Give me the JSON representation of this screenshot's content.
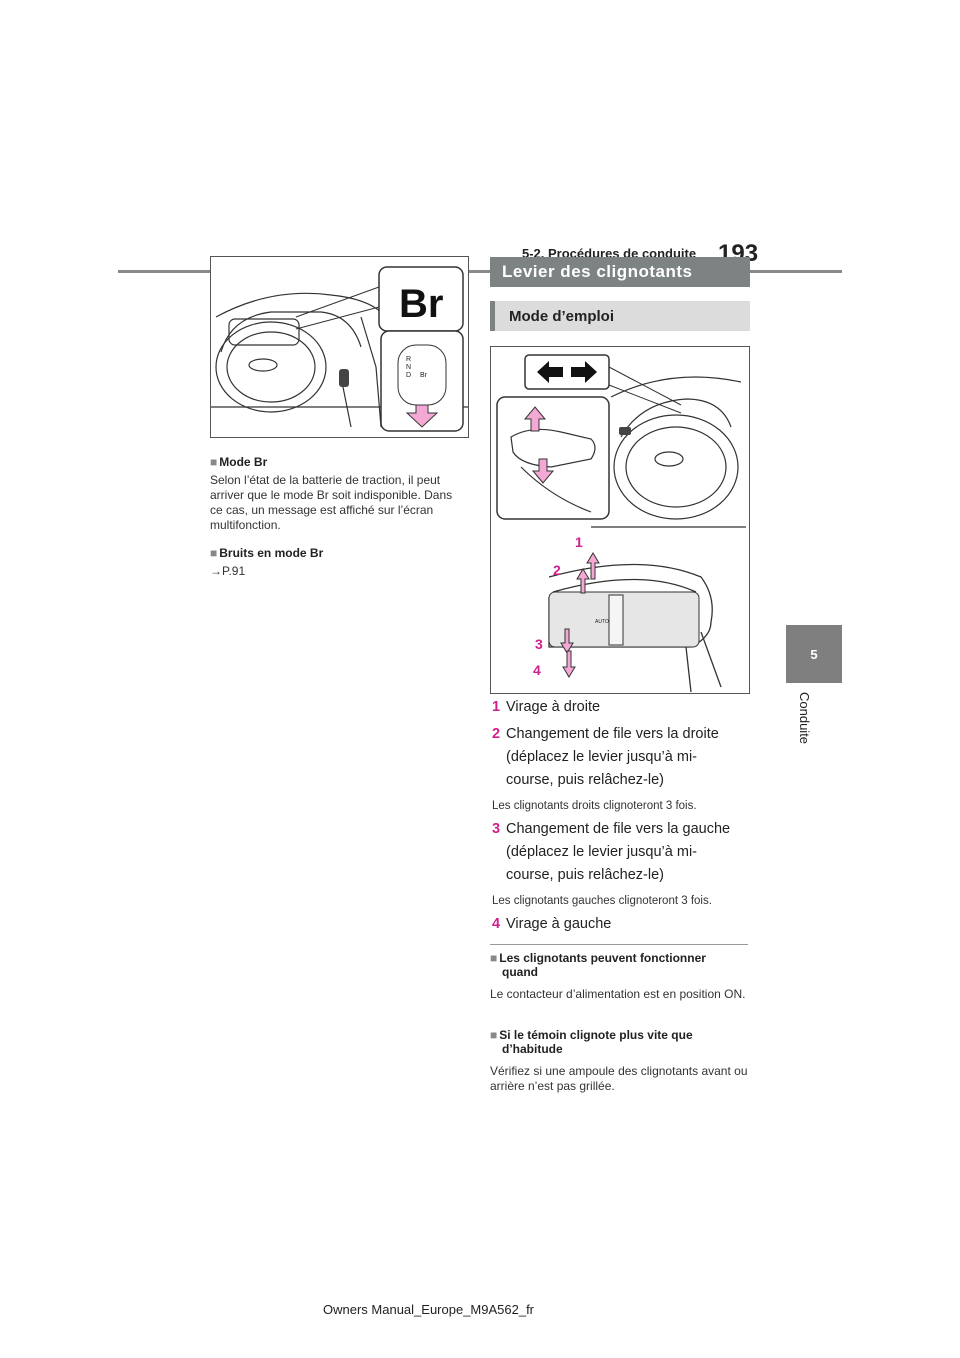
{
  "header": {
    "page_number": "193",
    "section": "5-2. Procédures de conduite"
  },
  "chapter": {
    "number": "5",
    "label": "Conduite"
  },
  "left_column": {
    "figure1": {
      "gauge_label": "Br",
      "shift_labels": [
        "R",
        "N",
        "D",
        "Br"
      ]
    },
    "item1": {
      "title": "Mode Br",
      "text": "Selon l’état de la batterie de traction, il peut arriver que le mode Br soit indisponible. Dans ce cas, un message est affiché sur l’écran multifonction."
    },
    "item2": {
      "title": "Bruits en mode Br",
      "text": "→P.91"
    }
  },
  "right_column": {
    "title": "Levier des clignotants",
    "subtitle": "Mode d’emploi",
    "figure2": {
      "callouts": [
        "1",
        "2",
        "3",
        "4"
      ],
      "switch_text": "AUTO"
    },
    "steps": [
      {
        "num": "1",
        "lines": [
          "Virage à droite"
        ]
      },
      {
        "num": "2",
        "lines": [
          "Changement de file vers la droite",
          "(déplacez le levier jusqu’à mi-",
          "course, puis relâchez-le)"
        ],
        "note": "Les clignotants droits clignoteront 3 fois."
      },
      {
        "num": "3",
        "lines": [
          "Changement de file vers la gauche",
          "(déplacez le levier jusqu’à mi-",
          "course, puis relâchez-le)"
        ],
        "note": "Les clignotants gauches clignoteront 3 fois."
      },
      {
        "num": "4",
        "lines": [
          "Virage à gauche"
        ]
      }
    ],
    "info1": {
      "title_lines": [
        "Les clignotants peuvent fonctionner",
        "quand"
      ],
      "text": "Le contacteur d’alimentation est en position ON."
    },
    "info2": {
      "title_lines": [
        "Si le témoin clignote plus vite que",
        "d’habitude"
      ],
      "text": "Vérifiez si une ampoule des clignotants avant ou arrière n’est pas grillée."
    }
  },
  "footer": {
    "text": "Owners Manual_Europe_M9A562_fr"
  },
  "colors": {
    "accent": "#d01f8f",
    "title_bar": "#7d8282",
    "subtitle_bar": "#dcdcdc",
    "chapter_tab": "#7f7f7f",
    "arrow_fill": "#f3a9d4"
  }
}
